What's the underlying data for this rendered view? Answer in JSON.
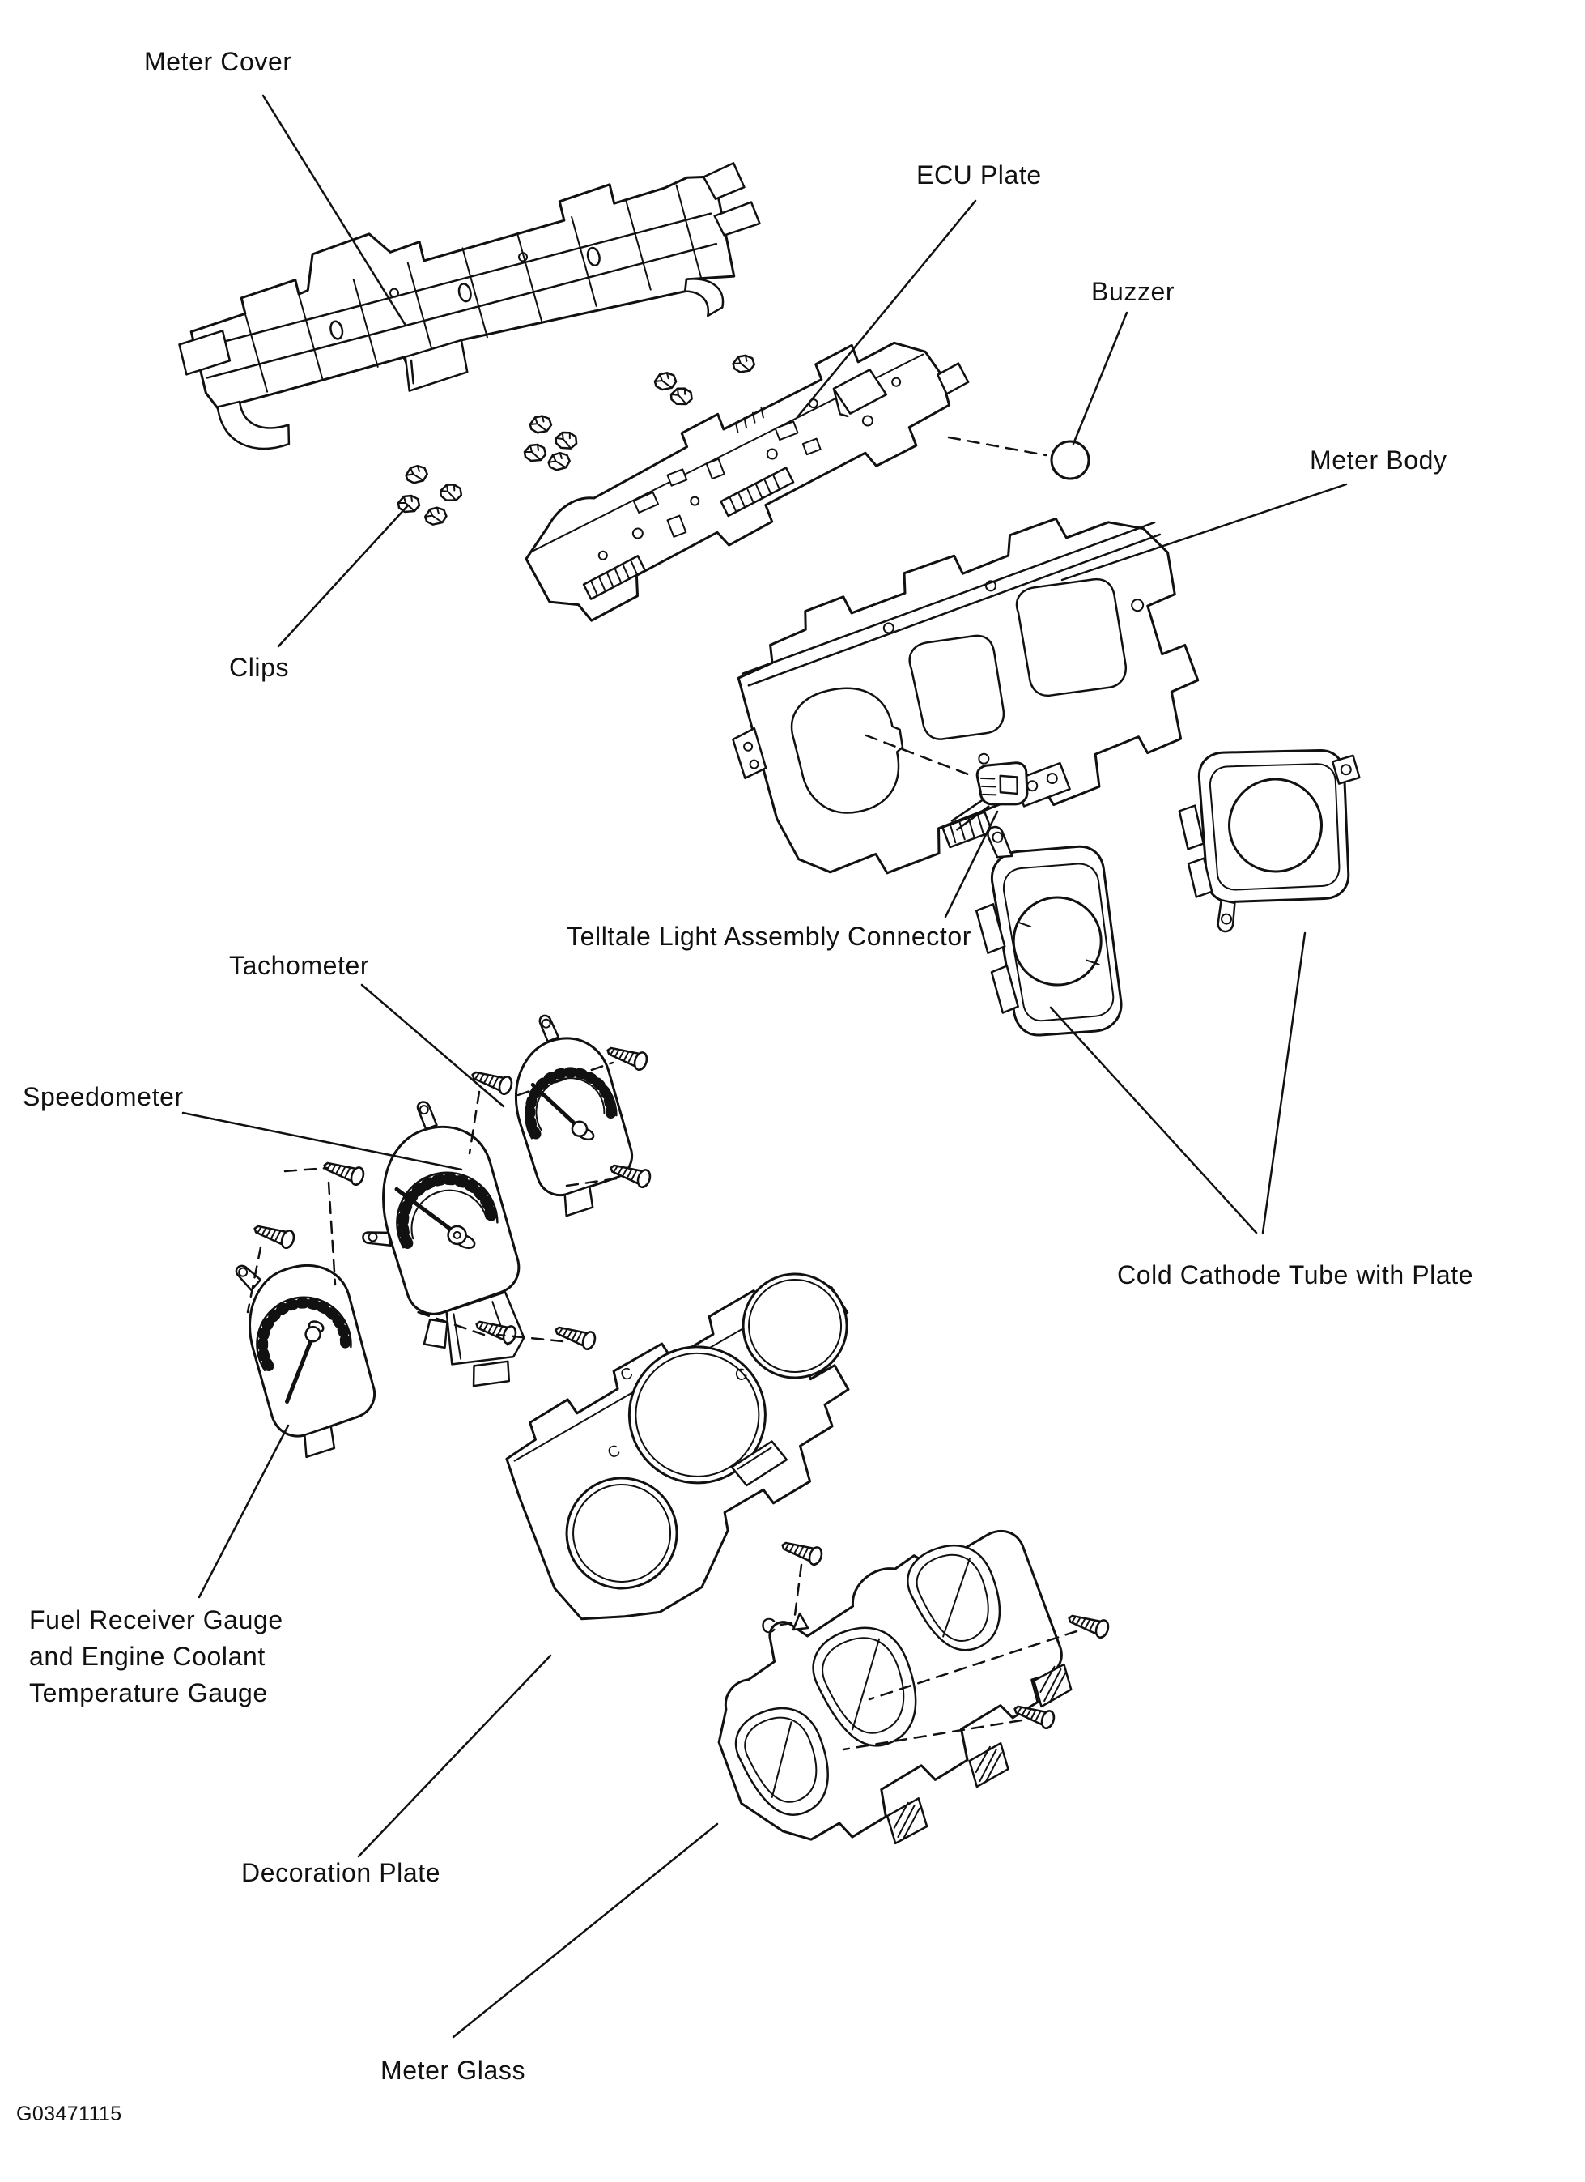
{
  "diagram": {
    "code": "G03471115",
    "position_mark": "C",
    "datum_mark": "C",
    "parts": [
      {
        "name": "meter-cover",
        "label": "Meter Cover"
      },
      {
        "name": "ecu-plate",
        "label": "ECU Plate"
      },
      {
        "name": "buzzer",
        "label": "Buzzer"
      },
      {
        "name": "meter-body",
        "label": "Meter Body"
      },
      {
        "name": "clips",
        "label": "Clips"
      },
      {
        "name": "telltale-light-assembly-connector",
        "label": "Telltale Light Assembly Connector"
      },
      {
        "name": "tachometer",
        "label": "Tachometer"
      },
      {
        "name": "speedometer",
        "label": "Speedometer"
      },
      {
        "name": "cold-cathode-tube-with-plate",
        "label": "Cold Cathode Tube with Plate"
      },
      {
        "name": "fuel-receiver-gauge-and-engine-coolant-temperature-gauge",
        "label_lines": [
          "Fuel Receiver Gauge",
          "and Engine Coolant",
          "Temperature Gauge"
        ]
      },
      {
        "name": "decoration-plate",
        "label": "Decoration Plate"
      },
      {
        "name": "meter-glass",
        "label": "Meter Glass"
      }
    ],
    "line_color": "#111111",
    "background": "#ffffff"
  }
}
